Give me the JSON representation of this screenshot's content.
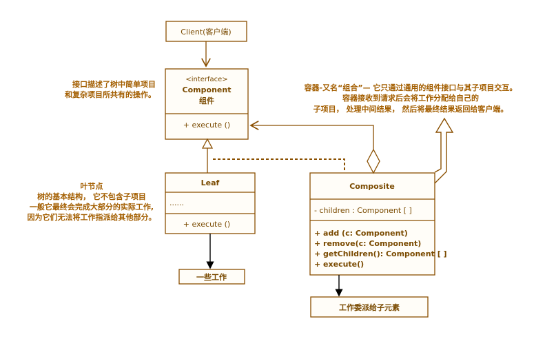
{
  "client": {
    "label": "Client(客户端)"
  },
  "component": {
    "stereotype": "<interface>",
    "name": "Component",
    "name_cn": "组件",
    "method": "+ execute ()"
  },
  "component_note": {
    "line1": "接口描述了树中简单项目",
    "line2": "和复杂项目所共有的操作。"
  },
  "leaf": {
    "name": "Leaf",
    "field": "......",
    "method": "+ execute ()"
  },
  "leaf_note": {
    "line1": "叶节点",
    "line2": "树的基本结构， 它不包含子项目",
    "line3": "一般它最终会完成大部分的实际工作,",
    "line4": "因为它们无法将工作指派给其他部分。"
  },
  "leaf_work": {
    "label": "一些工作"
  },
  "composite": {
    "name": "Composite",
    "field": "- children : Component [ ]",
    "methods": [
      "+ add (c: Component)",
      "+ remove(c: Component)",
      "+ getChildren(): Component [ ]",
      "+ execute()"
    ]
  },
  "composite_note": {
    "line1": "容器-又名“组合”— 它只通过通用的组件接口与其子项目交互。",
    "line2": "容器接收到请求后会将工作分配给自己的",
    "line3": "子项目， 处理中间结果， 然后将最终结果返回给客户端。"
  },
  "composite_work": {
    "label": "工作委派给子元素"
  },
  "colors": {
    "stroke": "#8a4f00",
    "text": "#7a4a00",
    "note": "#a35e00",
    "arrow": "#000000"
  }
}
